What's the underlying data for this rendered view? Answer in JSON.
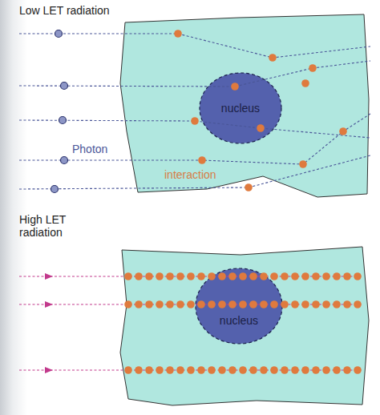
{
  "diagram": {
    "nodes": [
      {
        "text": [
          "interaction"
        ]
      },
      {
        "text": [
          "nucleus"
        ],
        "in": 0
      },
      {
        "text": [
          "nucleus"
        ]
      }
    ],
    "labels": [
      "Low LET radiation",
      "Photon",
      "High LET radiation"
    ]
  }
}
